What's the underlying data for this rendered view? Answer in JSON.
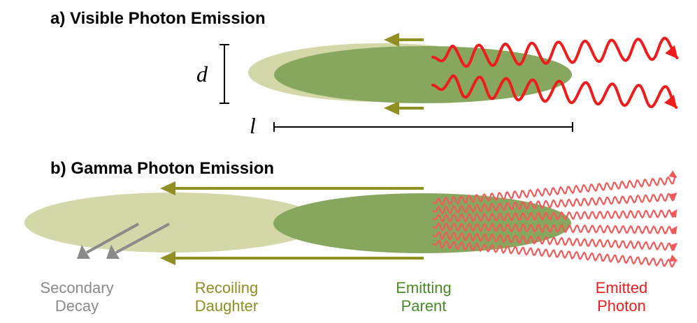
{
  "panel_a": {
    "title": "a) Visible Photon Emission",
    "diameter_symbol": "d",
    "length_symbol": "l"
  },
  "panel_b": {
    "title": "b) Gamma Photon Emission"
  },
  "labels": {
    "secondary": {
      "line1": "Secondary",
      "line2": "Decay"
    },
    "daughter": {
      "line1": "Recoiling",
      "line2": "Daughter"
    },
    "parent": {
      "line1": "Emitting",
      "line2": "Parent"
    },
    "photon": {
      "line1": "Emitted",
      "line2": "Photon"
    }
  },
  "colors": {
    "gray": "#8a8a8a",
    "olive": "#8f8f22",
    "green": "#4a8a25",
    "red": "#ee1c1c",
    "light_red": "#f05a5a",
    "pale_olive": "#d4d7a8",
    "parent_green": "#87a75e"
  }
}
